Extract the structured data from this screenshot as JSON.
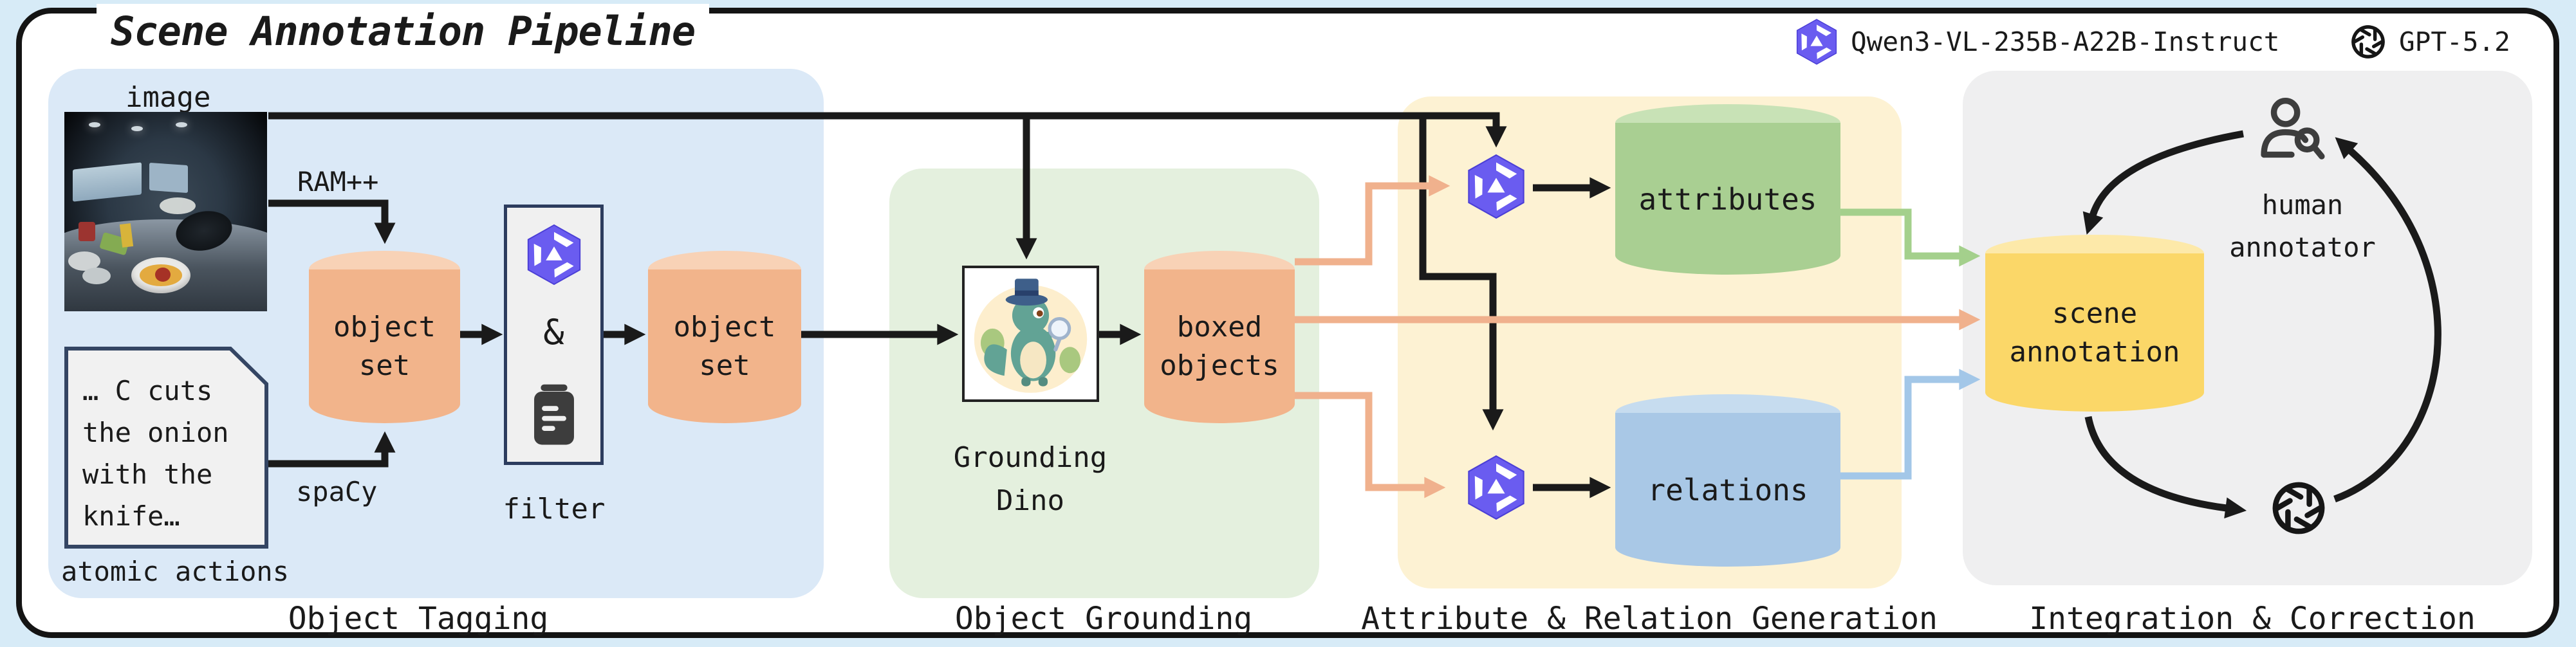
{
  "title": "Scene Annotation Pipeline",
  "legend": {
    "qwen_model": "Qwen3-VL-235B-A22B-Instruct",
    "gpt_model": "GPT-5.2"
  },
  "section_labels": {
    "tagging": "Object Tagging",
    "grounding": "Object Grounding",
    "generation": "Attribute & Relation Generation",
    "integration": "Integration & Correction"
  },
  "tagging": {
    "image_label": "image",
    "ram_label": "RAM++",
    "spacy_label": "spaCy",
    "object_set": [
      "object",
      "set"
    ],
    "ampersand": "&",
    "filter_label": "filter",
    "note_lines": [
      "… C cuts",
      "the onion",
      "with the",
      "knife…"
    ],
    "atomic_label": "atomic actions"
  },
  "grounding": {
    "dino_label": [
      "Grounding",
      "Dino"
    ],
    "boxed_objects": [
      "boxed",
      "objects"
    ]
  },
  "generation": {
    "attributes_label": "attributes",
    "relations_label": "relations"
  },
  "integration": {
    "scene_annotation": [
      "scene",
      "annotation"
    ],
    "human_label": [
      "human",
      "annotator"
    ]
  },
  "icons": {
    "qwen_logo": "qwen-pinwheel",
    "gpt_logo": "openai-knot",
    "human_annotator": "person-with-magnifier",
    "filter_doc": "clipboard-list",
    "grounding_dino": "dino-mascot-with-top-hat-and-magnifier"
  },
  "colors": {
    "canvas_bg": "#d7ebf7",
    "panel_tagging": "#dbe9f7",
    "panel_grounding": "#e4f0de",
    "panel_generation": "#fdf2d3",
    "panel_integration": "#efeff0",
    "cyl_orange": "#f2b48b",
    "cyl_orange_top": "#f8d2b6",
    "cyl_green": "#a9cf92",
    "cyl_green_top": "#c8e2b6",
    "cyl_blue": "#a9c8e6",
    "cyl_blue_top": "#c6dcef",
    "cyl_yellow": "#fbd768",
    "cyl_yellow_top": "#fde9a9",
    "line_black": "#1a1a1a",
    "line_orange": "#f0b18d",
    "line_green": "#a4d08c",
    "line_blue": "#a3c7e8",
    "qwen_purple": "#6a5cf0"
  }
}
